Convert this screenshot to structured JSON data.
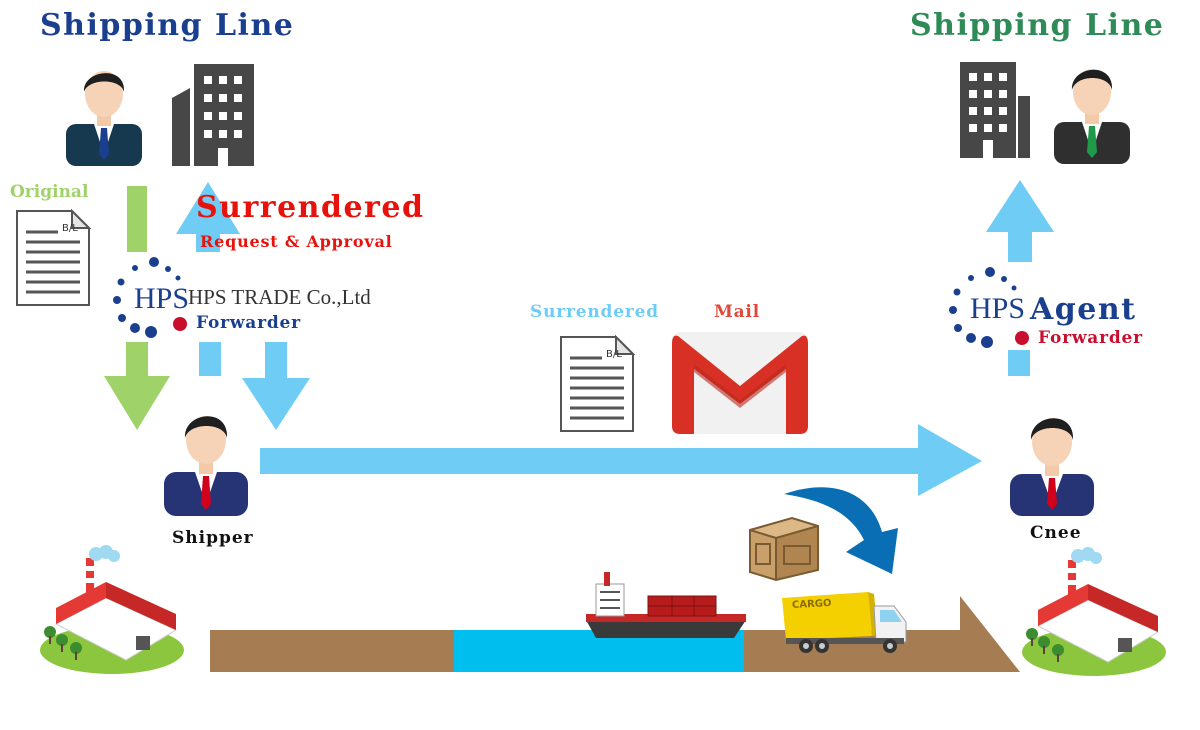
{
  "left_shipping_line": {
    "title": "Shipping Line"
  },
  "right_shipping_line": {
    "title": "Shipping Line"
  },
  "original_bl": {
    "label": "Original",
    "doc_tag": "B/L"
  },
  "surrender_request": {
    "title": "Surrendered",
    "subtitle": "Request & Approval"
  },
  "hps_forwarder": {
    "company": "HPS TRADE Co.,Ltd",
    "role": "Forwarder",
    "logo_text": "HPS"
  },
  "agent_forwarder": {
    "title": "Agent",
    "role": "Forwarder",
    "logo_text": "HPS"
  },
  "surrendered_bl": {
    "label": "Surrendered",
    "doc_tag": "B/L"
  },
  "mail": {
    "label": "Mail"
  },
  "shipper": {
    "label": "Shipper"
  },
  "cnee": {
    "label": "Cnee"
  },
  "truck": {
    "cargo_text": "CARGO"
  },
  "colors": {
    "navy": "#1b3f8f",
    "green": "#2e8b57",
    "red": "#e8120c",
    "lime": "#9fd36a",
    "sky": "#6fccf5",
    "dark_blue": "#0a6eb4",
    "ground": "#a67c52",
    "water": "#00bfef"
  }
}
